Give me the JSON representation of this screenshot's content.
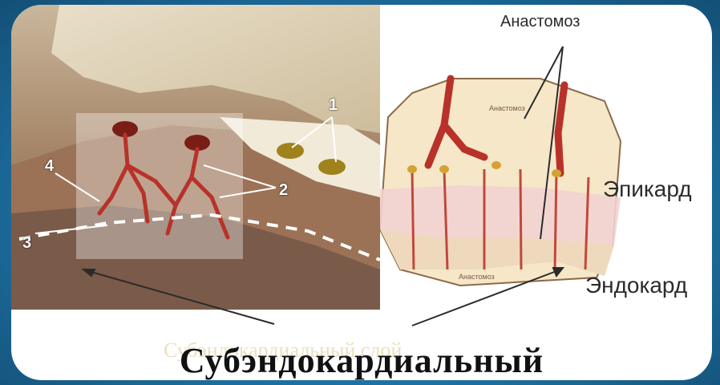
{
  "labels": {
    "anastomosis_top": "Анастомоз",
    "epicardium": "Эпикард",
    "endocardium": "Эндокард",
    "anastomosis_small_upper": "Анастомоз",
    "anastomosis_small_lower": "Анастомоз"
  },
  "numbers": [
    "1",
    "2",
    "3",
    "4"
  ],
  "caption": "Субэндокардиальный",
  "caption_ghost": "Субэндокардиальный слой",
  "colors": {
    "frame": "#1f6f9c",
    "card": "#ffffff",
    "vessel": "#b8322a",
    "text": "#111111"
  }
}
